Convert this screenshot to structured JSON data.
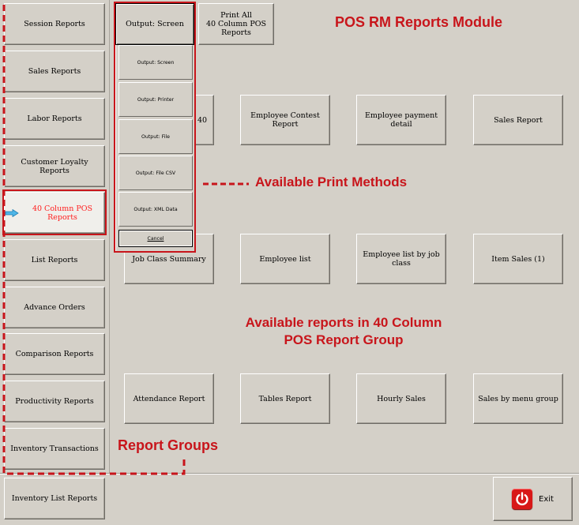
{
  "header": {
    "title": "POS RM Reports Module"
  },
  "report_groups": [
    {
      "label": "Session Reports"
    },
    {
      "label": "Sales Reports"
    },
    {
      "label": "Labor Reports"
    },
    {
      "label": "Customer Loyalty Reports"
    },
    {
      "label": "40 Column POS Reports",
      "selected": true
    },
    {
      "label": "List Reports"
    },
    {
      "label": "Advance Orders"
    },
    {
      "label": "Comparison Reports"
    },
    {
      "label": "Productivity Reports"
    },
    {
      "label": "Inventory Transactions"
    },
    {
      "label": "Inventory List Reports"
    }
  ],
  "output_button": {
    "label": "Output: Screen"
  },
  "print_all_button": {
    "line1": "Print All",
    "line2": "40 Column POS",
    "line3": "Reports"
  },
  "output_menu": [
    {
      "label": "Output: Screen"
    },
    {
      "label": "Output: Printer"
    },
    {
      "label": "Output: File"
    },
    {
      "label": "Output: File CSV"
    },
    {
      "label": "Output: XML Data"
    },
    {
      "label": "Cancel"
    }
  ],
  "reports": [
    {
      "label": "40"
    },
    {
      "label": "Employee Contest Report"
    },
    {
      "label": "Employee payment detail"
    },
    {
      "label": "Sales Report"
    },
    {
      "label": "Job Class Summary"
    },
    {
      "label": "Employee list"
    },
    {
      "label": "Employee list by job class"
    },
    {
      "label": "Item Sales (1)"
    },
    {
      "label": "Attendance Report"
    },
    {
      "label": "Tables Report"
    },
    {
      "label": "Hourly Sales"
    },
    {
      "label": "Sales by menu group"
    }
  ],
  "annotations": {
    "print_methods": "Available Print Methods",
    "reports_line1": "Available reports in 40 Column",
    "reports_line2": "POS Report Group",
    "report_groups": "Report Groups"
  },
  "exit_button": {
    "label": "Exit"
  },
  "colors": {
    "annotation": "#c8151b",
    "selected_text": "#ff2020",
    "background": "#d4d0c8"
  },
  "icons": {
    "selected_group": "arrow-right-icon",
    "exit": "power-icon"
  }
}
